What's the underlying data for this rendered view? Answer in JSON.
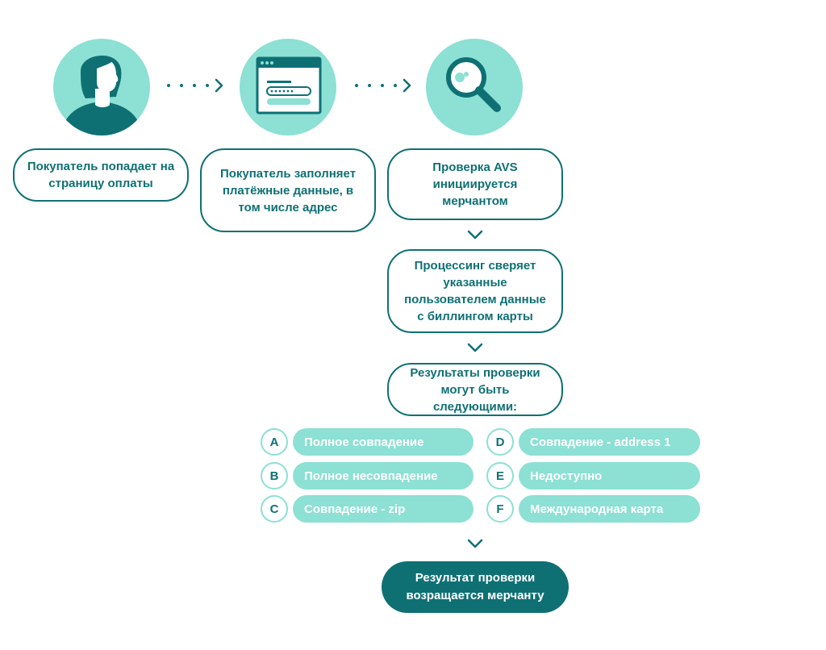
{
  "steps": [
    {
      "text": "Покупатель попадает на страницу оплаты",
      "icon": "person-icon"
    },
    {
      "text": "Покупатель заполняет платёжные данные, в том числе адрес",
      "icon": "browser-form-icon"
    },
    {
      "text": "Проверка AVS инициируется мерчантом",
      "icon": "magnifier-icon"
    }
  ],
  "processing": "Процессинг сверяет указанные пользователем данные с биллингом карты",
  "results_header": "Результаты проверки могут быть следующими:",
  "results": [
    {
      "code": "A",
      "label": "Полное совпадение"
    },
    {
      "code": "B",
      "label": "Полное несовпадение"
    },
    {
      "code": "C",
      "label": "Совпадение - zip"
    },
    {
      "code": "D",
      "label": "Совпадение - address 1"
    },
    {
      "code": "E",
      "label": "Недоступно"
    },
    {
      "code": "F",
      "label": "Международная карта"
    }
  ],
  "final": "Результат проверки возращается мерчанту",
  "colors": {
    "teal": "#0f7074",
    "mint": "#8ce0d4"
  }
}
